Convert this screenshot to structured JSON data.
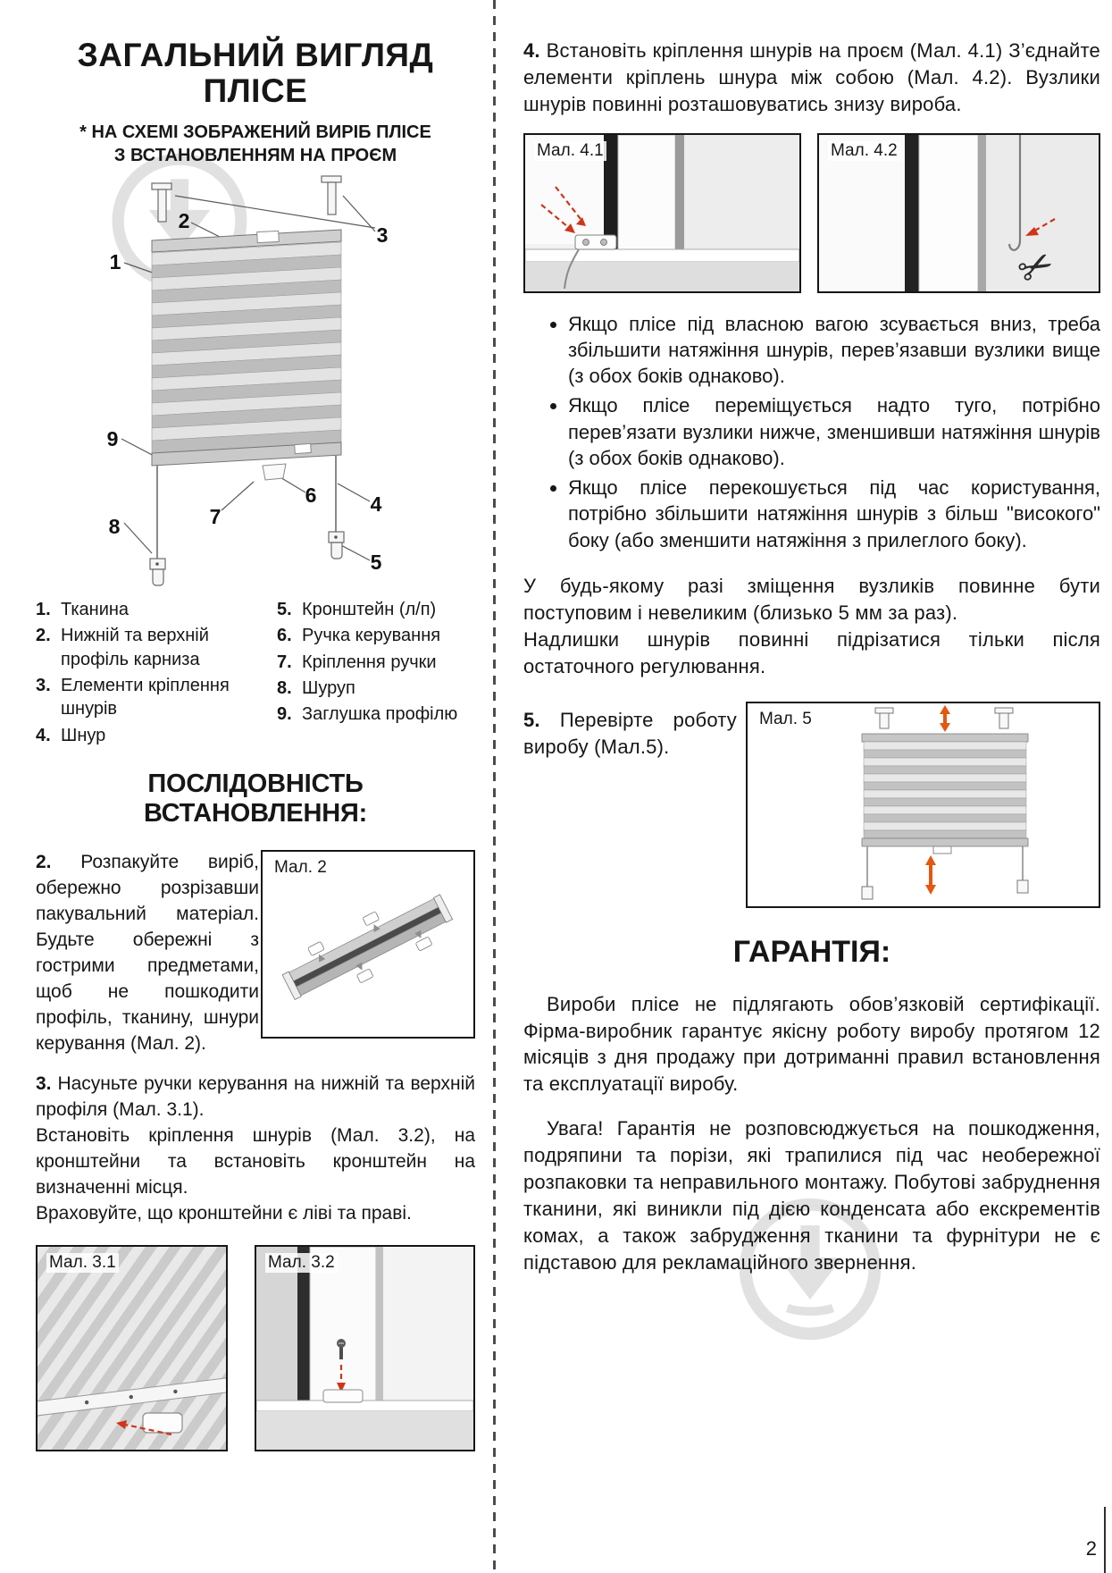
{
  "page": {
    "number": "2"
  },
  "icons": {
    "scissors": "✂"
  },
  "colors": {
    "arrow_red": "#d0341b",
    "watermark_gray": "#c9c9c9"
  },
  "left": {
    "title": {
      "line1": "ЗАГАЛЬНИЙ ВИГЛЯД",
      "line2": "ПЛІСЕ"
    },
    "subtitle": {
      "line1": "* НА СХЕМІ ЗОБРАЖЕНИЙ ВИРІБ ПЛІСЕ",
      "line2": "З ВСТАНОВЛЕННЯМ НА ПРОЄМ"
    },
    "diagram": {
      "numbers": [
        "1",
        "2",
        "3",
        "4",
        "5",
        "6",
        "7",
        "8",
        "9"
      ]
    },
    "legend": {
      "col1": [
        {
          "num": "1.",
          "text": "Тканина"
        },
        {
          "num": "2.",
          "text": "Нижній та верхній профіль карниза"
        },
        {
          "num": "3.",
          "text": "Елементи кріплення шнурів"
        },
        {
          "num": "4.",
          "text": "Шнур"
        }
      ],
      "col2": [
        {
          "num": "5.",
          "text": "Кронштейн (л/п)"
        },
        {
          "num": "6.",
          "text": "Ручка керування"
        },
        {
          "num": "7.",
          "text": "Кріплення ручки"
        },
        {
          "num": "8.",
          "text": "Шуруп"
        },
        {
          "num": "9.",
          "text": "Заглушка профілю"
        }
      ]
    },
    "install_title": "ПОСЛІДОВНІСТЬ ВСТАНОВЛЕННЯ:",
    "step2": {
      "num": "2.",
      "text": "Розпакуйте виріб, обережно розрізавши пакувальний матеріал. Будьте обережні з гострими предметами, щоб не пошкодити профіль, тканину, шнури керування (Мал. 2)."
    },
    "fig2": {
      "label": "Мал. 2"
    },
    "step3": {
      "num": "3.",
      "line1": "Насуньте ручки керування на нижній та верхній профіля (Мал. 3.1).",
      "line2": "Встановіть кріплення шнурів (Мал. 3.2), на кронштейни та встановіть кронштейн на визначенні місця.",
      "line3": "Враховуйте, що кронштейни є ліві та праві."
    },
    "fig31": {
      "label": "Мал. 3.1"
    },
    "fig32": {
      "label": "Мал. 3.2"
    }
  },
  "right": {
    "step4": {
      "num": "4.",
      "text": "Встановіть кріплення шнурів на проєм (Мал. 4.1) З’єднайте елементи кріплень шнура між собою (Мал. 4.2). Вузлики шнурів повинні розташовуватись знизу вироба."
    },
    "fig41": {
      "label": "Мал. 4.1"
    },
    "fig42": {
      "label": "Мал. 4.2"
    },
    "bullets": [
      "Якщо плісе під власною вагою зсувається вниз, треба збільшити натяжіння шнурів, перев’язавши вузлики вище (з обох боків однаково).",
      "Якщо плісе переміщується надто туго, потрібно перев’язати вузлики нижче, зменшивши натяжіння шнурів (з обох боків однаково).",
      "Якщо плісе перекошується під час користування, потрібно збільшити натяжіння шнурів з більш \"високого\" боку (або зменшити натяжіння з прилеглого боку)."
    ],
    "note": {
      "p1": "У будь-якому разі зміщення вузликів повинне бути поступовим і невеликим (близько 5 мм за раз).",
      "p2": "Надлишки шнурів повинні підрізатися тільки після остаточного регулювання."
    },
    "step5": {
      "num": "5.",
      "text": "Перевірте роботу виробу (Мал.5)."
    },
    "fig5": {
      "label": "Мал. 5"
    },
    "warranty": {
      "title": "ГАРАНТІЯ:",
      "p1": "Вироби плісе не підлягають обов’язковій сертифікації. Фірма-виробник гарантує якісну роботу виробу протягом 12 місяців з дня продажу при дотриманні правил встановлення та експлуатації виробу.",
      "p2": "Увага! Гарантія не розповсюджується на пошкодження, подряпини та порізи, які трапилися під час необережної розпаковки та неправильного монтажу. Побутові забруднення тканини, які виникли під дією конденсата або екскрементів комах, а також забрудження тканини та фурнітури не є підставою для рекламаційного звернення."
    }
  }
}
